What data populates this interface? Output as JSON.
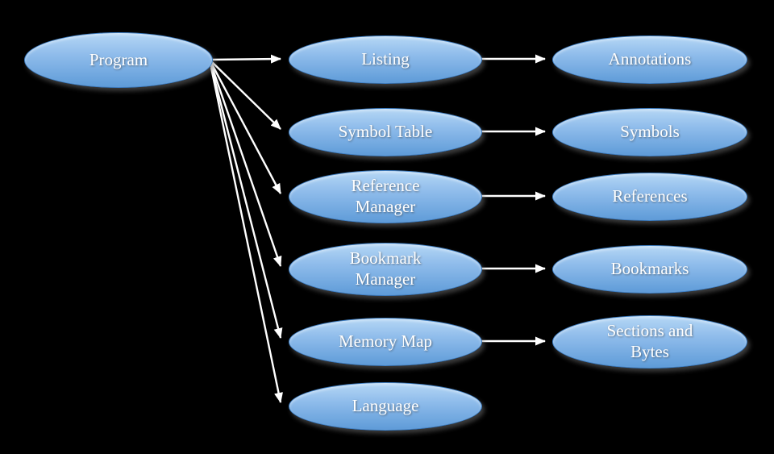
{
  "diagram": {
    "type": "hierarchy",
    "root_label": "Program",
    "rows": [
      {
        "component": "Listing",
        "data": "Annotations"
      },
      {
        "component": "Symbol Table",
        "data": "Symbols"
      },
      {
        "component": "Reference Manager",
        "data": "References"
      },
      {
        "component": "Bookmark Manager",
        "data": "Bookmarks"
      },
      {
        "component": "Memory Map",
        "data": "Sections and Bytes"
      },
      {
        "component": "Language",
        "data": ""
      }
    ],
    "colors": {
      "background": "#000000",
      "node_fill_top": "#b5d7f5",
      "node_fill_bottom": "#5e9bd8",
      "node_border": "#3f7ec2",
      "arrow": "#ffffff",
      "text": "#ffffff"
    }
  }
}
